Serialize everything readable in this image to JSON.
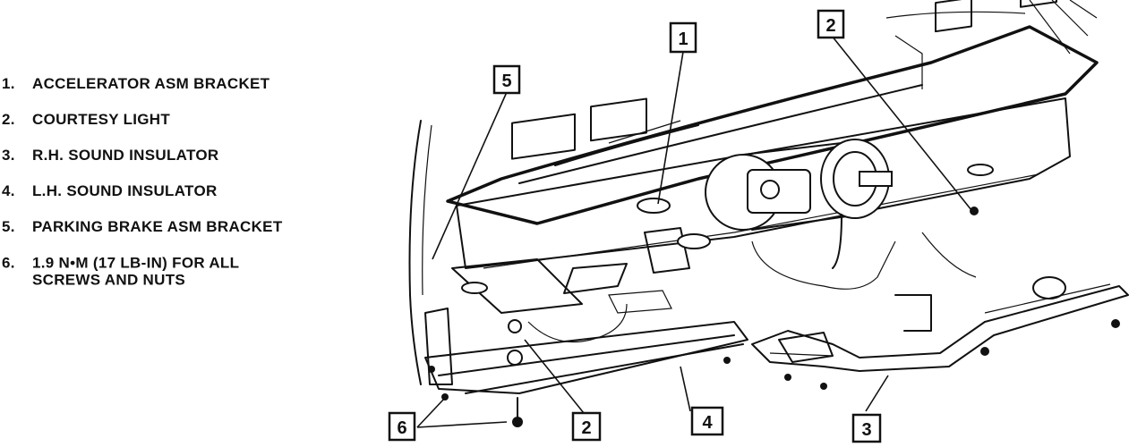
{
  "legend": [
    {
      "num": "1.",
      "text": "ACCELERATOR ASM BRACKET"
    },
    {
      "num": "2.",
      "text": "COURTESY LIGHT"
    },
    {
      "num": "3.",
      "text": "R.H. SOUND INSULATOR"
    },
    {
      "num": "4.",
      "text": "L.H. SOUND INSULATOR"
    },
    {
      "num": "5.",
      "text": "PARKING BRAKE ASM BRACKET"
    },
    {
      "num": "6.",
      "text": "1.9 N•M (17 LB-IN) FOR ALL\nSCREWS AND NUTS"
    }
  ],
  "callouts": {
    "c1": "1",
    "c2_top": "2",
    "c5": "5",
    "c6": "6",
    "c2_bottom": "2",
    "c4": "4",
    "c3": "3"
  }
}
